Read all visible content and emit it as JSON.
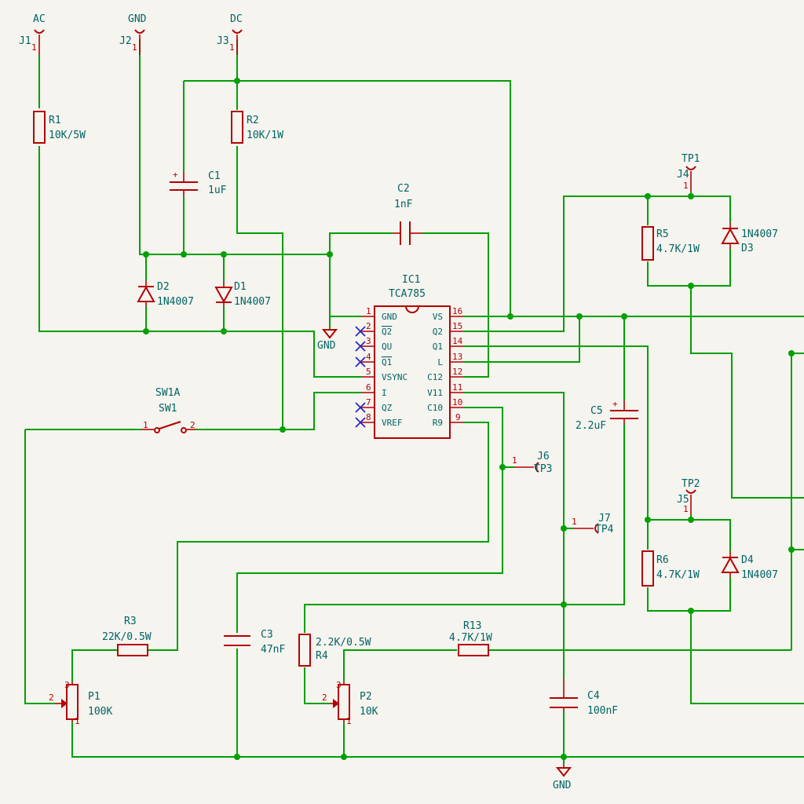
{
  "connectors": [
    {
      "ref": "J1",
      "net": "AC",
      "pin": "1"
    },
    {
      "ref": "J2",
      "net": "GND",
      "pin": "1"
    },
    {
      "ref": "J3",
      "net": "DC",
      "pin": "1"
    },
    {
      "ref": "J4",
      "net": "TP1",
      "pin": "1"
    },
    {
      "ref": "J5",
      "net": "TP2",
      "pin": "1"
    },
    {
      "ref": "J6",
      "net": "TP3",
      "pin": "1"
    },
    {
      "ref": "J7",
      "net": "TP4",
      "pin": "1"
    }
  ],
  "resistors": [
    {
      "ref": "R1",
      "value": "10K/5W"
    },
    {
      "ref": "R2",
      "value": "10K/1W"
    },
    {
      "ref": "R3",
      "value": "22K/0.5W"
    },
    {
      "ref": "R4",
      "value": "2.2K/0.5W"
    },
    {
      "ref": "R5",
      "value": "4.7K/1W"
    },
    {
      "ref": "R6",
      "value": "4.7K/1W"
    },
    {
      "ref": "R13",
      "value": "4.7K/1W"
    }
  ],
  "capacitors": [
    {
      "ref": "C1",
      "value": "1uF"
    },
    {
      "ref": "C2",
      "value": "1nF"
    },
    {
      "ref": "C3",
      "value": "47nF"
    },
    {
      "ref": "C4",
      "value": "100nF"
    },
    {
      "ref": "C5",
      "value": "2.2uF"
    }
  ],
  "diodes": [
    {
      "ref": "D1",
      "value": "1N4007"
    },
    {
      "ref": "D2",
      "value": "1N4007"
    },
    {
      "ref": "D3",
      "value": "1N4007"
    },
    {
      "ref": "D4",
      "value": "1N4007"
    }
  ],
  "pots": [
    {
      "ref": "P1",
      "value": "100K",
      "pins": [
        "1",
        "2",
        "3"
      ]
    },
    {
      "ref": "P2",
      "value": "10K",
      "pins": [
        "1",
        "2",
        "3"
      ]
    }
  ],
  "switch": {
    "ref": "SW1A",
    "value": "SW1",
    "pins": [
      "1",
      "2"
    ]
  },
  "ic": {
    "ref": "IC1",
    "value": "TCA785",
    "left_pins": [
      {
        "num": "1",
        "name": "GND"
      },
      {
        "num": "2",
        "name": "Q2"
      },
      {
        "num": "3",
        "name": "QU"
      },
      {
        "num": "4",
        "name": "Q1"
      },
      {
        "num": "5",
        "name": "VSYNC"
      },
      {
        "num": "6",
        "name": "I"
      },
      {
        "num": "7",
        "name": "QZ"
      },
      {
        "num": "8",
        "name": "VREF"
      }
    ],
    "right_pins": [
      {
        "num": "16",
        "name": "VS"
      },
      {
        "num": "15",
        "name": "Q2"
      },
      {
        "num": "14",
        "name": "Q1"
      },
      {
        "num": "13",
        "name": "L"
      },
      {
        "num": "12",
        "name": "C12"
      },
      {
        "num": "11",
        "name": "V11"
      },
      {
        "num": "10",
        "name": "C10"
      },
      {
        "num": "9",
        "name": "R9"
      }
    ]
  },
  "power": {
    "gnd_label": "GND"
  },
  "colors": {
    "wire": "#00a000",
    "symbol": "#b40000",
    "label": "#006464",
    "no_connect": "#2020c0",
    "background": "#f5f4ef"
  }
}
